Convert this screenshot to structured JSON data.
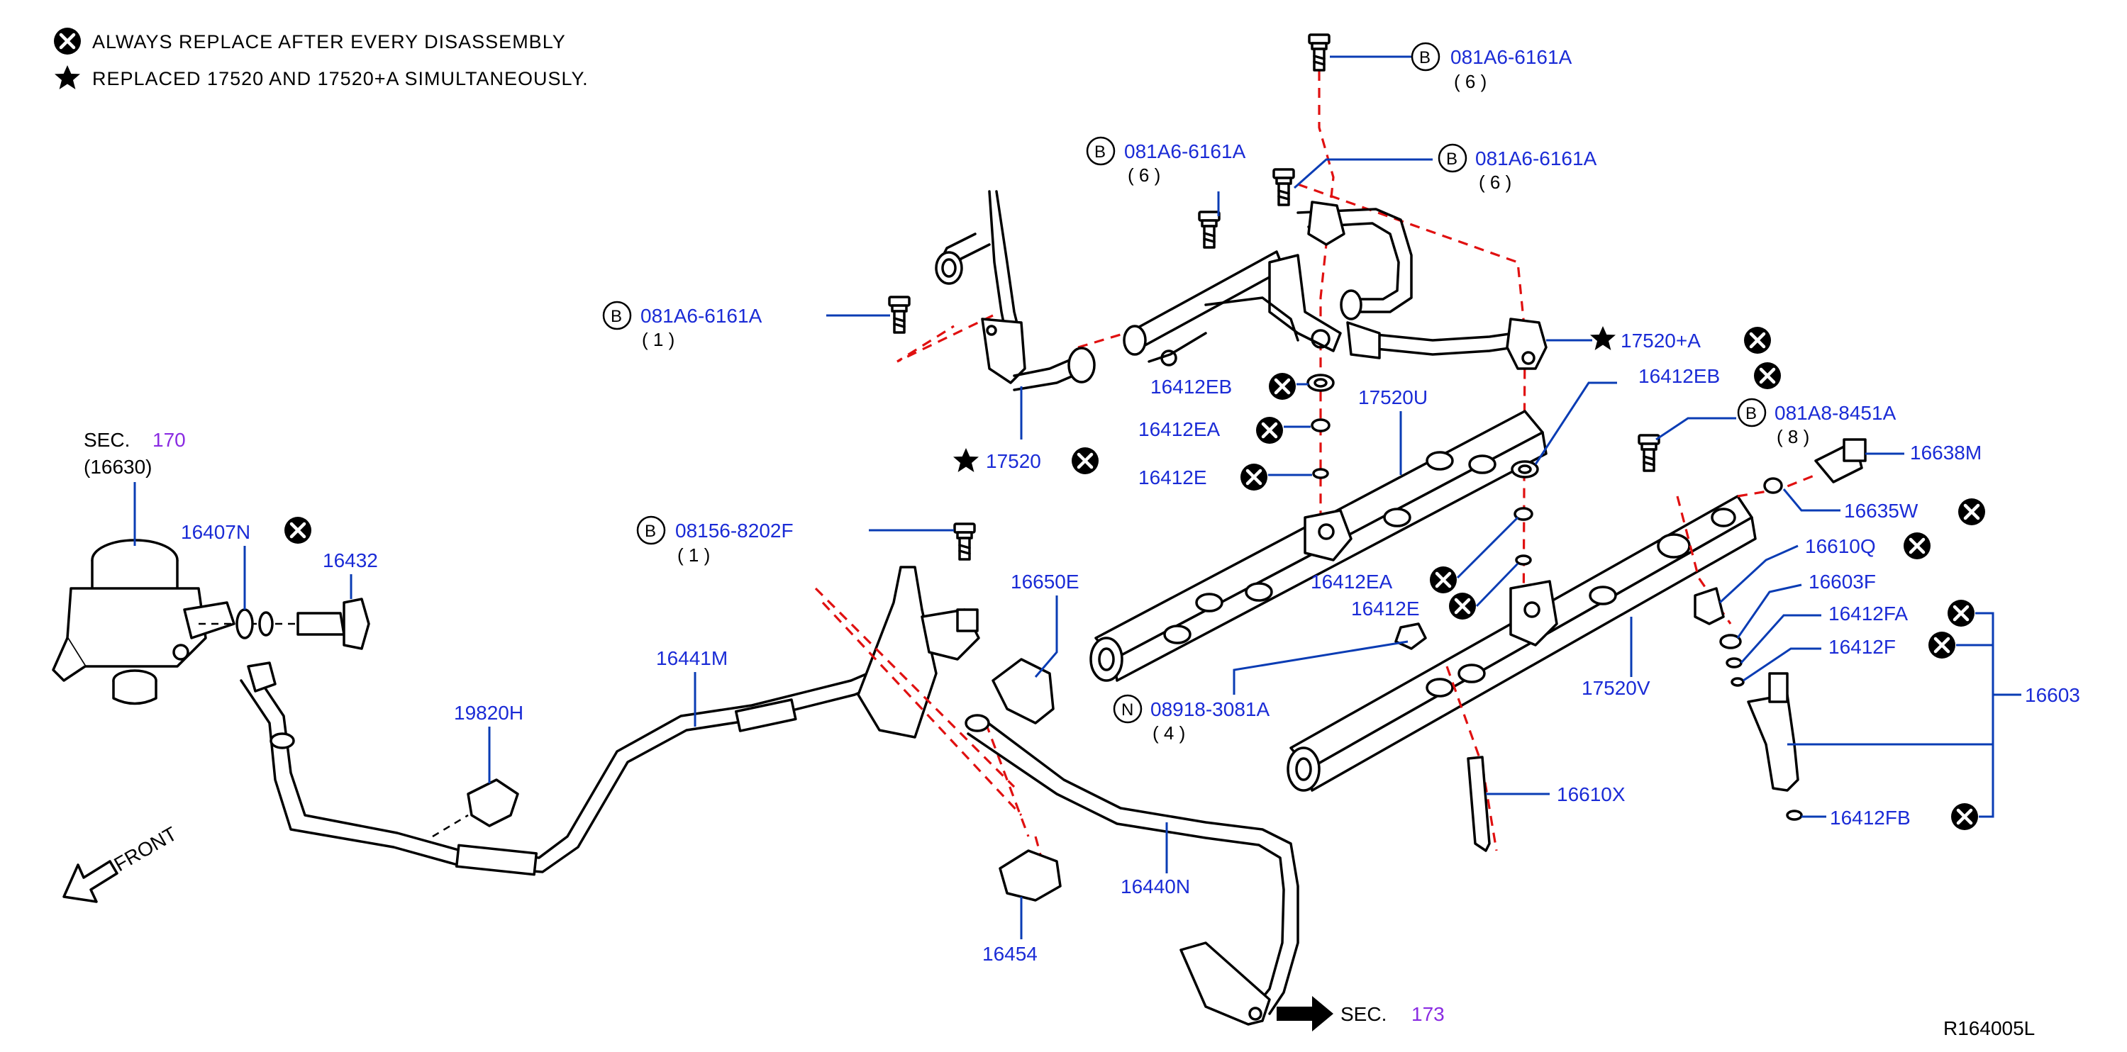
{
  "legend": {
    "replace_note": "ALWAYS  REPLACE  AFTER  EVERY  DISASSEMBLY",
    "star_note": "REPLACED  17520  AND  17520+A  SIMULTANEOUSLY."
  },
  "diagram_id": "R164005L",
  "front_label": "FRONT",
  "sections": {
    "sec170_prefix": "SEC.",
    "sec170_num": "170",
    "sec170_sub": "(16630)",
    "sec173_prefix": "SEC.",
    "sec173_num": "173"
  },
  "circle_letters": {
    "b": "B",
    "n": "N"
  },
  "bolts": {
    "top": {
      "part": "081A6-6161A",
      "qty": "( 6 )"
    },
    "left_upper": {
      "part": "081A6-6161A",
      "qty": "( 6 )"
    },
    "right_upper": {
      "part": "081A6-6161A",
      "qty": "( 6 )"
    },
    "left": {
      "part": "081A6-6161A",
      "qty": "( 1 )"
    },
    "sensor": {
      "part": "081A8-8451A",
      "qty": "( 8 )"
    },
    "bracket": {
      "part": "08156-8202F",
      "qty": "( 1 )"
    },
    "nut": {
      "part": "08918-3081A",
      "qty": "( 4 )"
    }
  },
  "parts": {
    "p17520A": "17520+A",
    "p17520": "17520",
    "p16412EB_a": "16412EB",
    "p16412EB_b": "16412EB",
    "p16412EA_a": "16412EA",
    "p16412EA_b": "16412EA",
    "p16412E_a": "16412E",
    "p16412E_b": "16412E",
    "p17520U": "17520U",
    "p17520V": "17520V",
    "p16638M": "16638M",
    "p16635W": "16635W",
    "p16610Q": "16610Q",
    "p16603F": "16603F",
    "p16412FA": "16412FA",
    "p16412F": "16412F",
    "p16603": "16603",
    "p16412FB": "16412FB",
    "p16610X": "16610X",
    "p16407N": "16407N",
    "p16432": "16432",
    "p16441M": "16441M",
    "p19820H": "19820H",
    "p16650E": "16650E",
    "p16440N": "16440N",
    "p16454": "16454"
  },
  "colors": {
    "leader": "#0a3cb4",
    "label": "#1a2bd6",
    "section_number": "#8a2be2",
    "dashed_alignment": "#e01010",
    "line_art": "#000000"
  }
}
